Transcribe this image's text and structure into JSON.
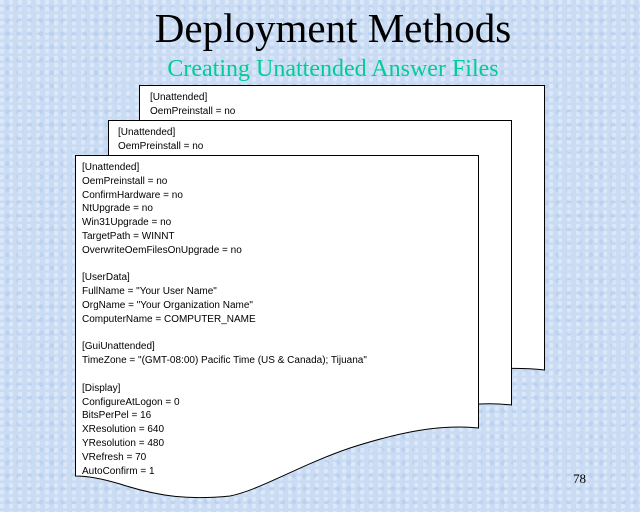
{
  "slide": {
    "title": "Deployment Methods",
    "subtitle": "Creating Unattended Answer Files",
    "page_number": "78"
  },
  "back_doc": {
    "lines": [
      "[Unattended]",
      "OemPreinstall = no"
    ]
  },
  "middle_doc": {
    "lines": [
      "[Unattended]",
      "OemPreinstall = no"
    ]
  },
  "front_doc": {
    "lines": [
      "[Unattended]",
      "OemPreinstall = no",
      "ConfirmHardware = no",
      "NtUpgrade = no",
      "Win31Upgrade = no",
      "TargetPath = WINNT",
      "OverwriteOemFilesOnUpgrade = no",
      "",
      "[UserData]",
      "FullName = \"Your User Name\"",
      "OrgName = \"Your Organization Name\"",
      "ComputerName = COMPUTER_NAME",
      "",
      "[GuiUnattended]",
      "TimeZone = \"(GMT-08:00) Pacific Time (US & Canada); Tijuana\"",
      "",
      "[Display]",
      "ConfigureAtLogon = 0",
      "BitsPerPel = 16",
      "XResolution = 640",
      "YResolution = 480",
      "VRefresh = 70",
      "AutoConfirm = 1"
    ]
  },
  "colors": {
    "subtitle": "#00cc99",
    "background": "#c9dcf4"
  }
}
